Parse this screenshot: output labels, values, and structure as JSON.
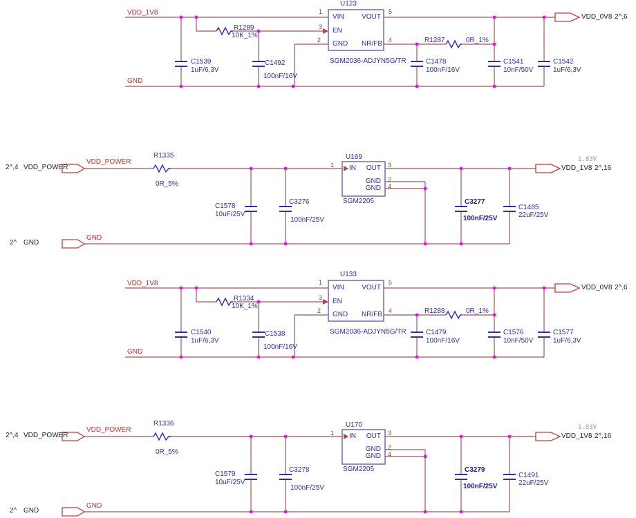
{
  "colors": {
    "background": "#ffffff",
    "wire": "#a35353",
    "net_label_red": "#d42a2a",
    "component_blue": "#2b2bcb",
    "bold_capacitor_navy": "#1a1aae",
    "junction_dot_magenta": "#ff00ff",
    "ic_border": "#6a6ab5",
    "port_outline_red": "#d43535",
    "pin_number_gray": "#60564c",
    "black_text": "#1f1f1f",
    "voltage_note_gray": "#9a9a9a"
  },
  "blocks": [
    {
      "id": "ldo_u123",
      "input_net": "VDD_1V8",
      "gnd_net": "GND",
      "ic": {
        "ref": "U123",
        "part": "SGM2036-ADJYN5G/TR",
        "pin_vin": {
          "num": "1",
          "name": "VIN"
        },
        "pin_en": {
          "num": "3",
          "name": "EN"
        },
        "pin_gnd": {
          "num": "2",
          "name": "GND"
        },
        "pin_vout": {
          "num": "5",
          "name": "VOUT"
        },
        "pin_nrfb": {
          "num": "4",
          "name": "NR/FB"
        }
      },
      "r_en": {
        "ref": "R1289",
        "value": "10K_1%"
      },
      "r_fb": {
        "ref": "R1287",
        "value": "0R_1%"
      },
      "c_in": {
        "ref": "C1539",
        "value": "1uF/6,3V"
      },
      "c_en": {
        "ref": "C1492",
        "value": "100nF/16V"
      },
      "c_fb": {
        "ref": "C1478",
        "value": "100nF/16V"
      },
      "c_out1": {
        "ref": "C1541",
        "value": "10nF/50V"
      },
      "c_out2": {
        "ref": "C1542",
        "value": "1uF/6,3V"
      },
      "out_port": {
        "net": "VDD_0V8",
        "sheet_ref": "2^,6"
      }
    },
    {
      "id": "ldo_u169",
      "in_sheet_ref": "2^,4",
      "in_net": "VDD_POWER",
      "gnd_sheet_ref": "2^",
      "gnd_net": "GND",
      "r_in": {
        "ref": "R1335",
        "value": "0R_5%"
      },
      "c_in1": {
        "ref": "C1578",
        "value": "10uF/25V"
      },
      "c_in2": {
        "ref": "C3276",
        "value": "100nF/25V"
      },
      "ic": {
        "ref": "U169",
        "part": "SGM2205",
        "pin_in": {
          "num": "1",
          "name": "IN"
        },
        "pin_out": {
          "num": "3",
          "name": "OUT"
        },
        "pin_gnd1": {
          "num": "2",
          "name": "GND"
        },
        "pin_gnd2": {
          "num": "4",
          "name": "GND"
        }
      },
      "c_out1": {
        "ref": "C3277",
        "value": "100nF/25V"
      },
      "c_out2": {
        "ref": "C1485",
        "value": "22uF/25V"
      },
      "out_port": {
        "net": "VDD_1V8",
        "sheet_ref": "2^,16",
        "voltage_note": "1.83V"
      }
    },
    {
      "id": "ldo_u133",
      "input_net": "VDD_1V8",
      "gnd_net": "GND",
      "ic": {
        "ref": "U133",
        "part": "SGM2036-ADJYN5G/TR",
        "pin_vin": {
          "num": "1",
          "name": "VIN"
        },
        "pin_en": {
          "num": "3",
          "name": "EN"
        },
        "pin_gnd": {
          "num": "2",
          "name": "GND"
        },
        "pin_vout": {
          "num": "5",
          "name": "VOUT"
        },
        "pin_nrfb": {
          "num": "4",
          "name": "NR/FB"
        }
      },
      "r_en": {
        "ref": "R1334",
        "value": "10K_1%"
      },
      "r_fb": {
        "ref": "R1288",
        "value": "0R_1%"
      },
      "c_in": {
        "ref": "C1540",
        "value": "1uF/6,3V"
      },
      "c_en": {
        "ref": "C1538",
        "value": "100nF/16V"
      },
      "c_fb": {
        "ref": "C1479",
        "value": "100nF/16V"
      },
      "c_out1": {
        "ref": "C1576",
        "value": "10nF/50V"
      },
      "c_out2": {
        "ref": "C1577",
        "value": "1uF/6,3V"
      },
      "out_port": {
        "net": "VDD_0V8",
        "sheet_ref": "2^,6"
      }
    },
    {
      "id": "ldo_u170",
      "in_sheet_ref": "2^,4",
      "in_net": "VDD_POWER",
      "gnd_sheet_ref": "2^",
      "gnd_net": "GND",
      "r_in": {
        "ref": "R1336",
        "value": "0R_5%"
      },
      "c_in1": {
        "ref": "C1579",
        "value": "10uF/25V"
      },
      "c_in2": {
        "ref": "C3278",
        "value": "100nF/25V"
      },
      "ic": {
        "ref": "U170",
        "part": "SGM2205",
        "pin_in": {
          "num": "1",
          "name": "IN"
        },
        "pin_out": {
          "num": "3",
          "name": "OUT"
        },
        "pin_gnd1": {
          "num": "2",
          "name": "GND"
        },
        "pin_gnd2": {
          "num": "4",
          "name": "GND"
        }
      },
      "c_out1": {
        "ref": "C3279",
        "value": "100nF/25V"
      },
      "c_out2": {
        "ref": "C1491",
        "value": "22uF/25V"
      },
      "out_port": {
        "net": "VDD_1V8",
        "sheet_ref": "2^,16",
        "voltage_note": "1.83V"
      }
    }
  ]
}
